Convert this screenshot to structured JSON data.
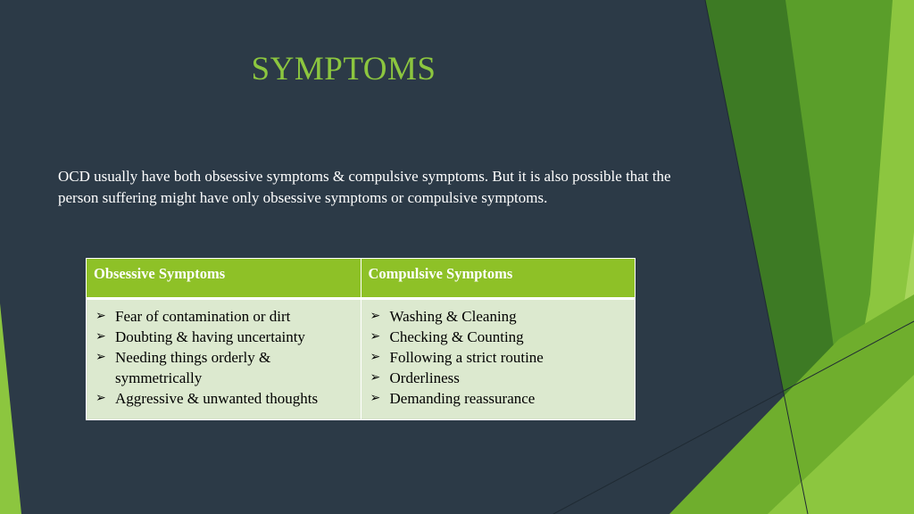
{
  "slide": {
    "title": "SYMPTOMS",
    "intro": "OCD usually have both obsessive symptoms & compulsive symptoms. But it is also possible that the person suffering might have only obsessive symptoms or compulsive symptoms.",
    "table": {
      "headers": [
        "Obsessive Symptoms",
        "Compulsive Symptoms"
      ],
      "obsessive_items": [
        "Fear of contamination or dirt",
        "Doubting & having uncertainty",
        "Needing things orderly & symmetrically",
        "Aggressive & unwanted thoughts"
      ],
      "compulsive_items": [
        "Washing & Cleaning",
        "Checking & Counting",
        "Following a strict routine",
        "Orderliness",
        "Demanding reassurance"
      ]
    },
    "bullet_icon": "arrowhead-bullet-icon"
  },
  "theme": {
    "background": "#2c3a47",
    "accent_green": "#8cc63f",
    "header_green": "#8ec127",
    "cell_background": "#dce9cf"
  }
}
